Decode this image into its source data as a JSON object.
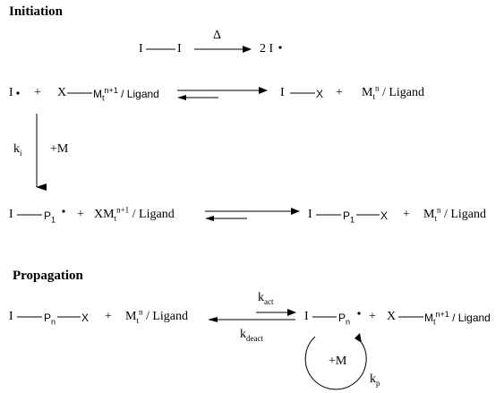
{
  "sections": {
    "initiation": "Initiation",
    "propagation": "Propagation"
  },
  "row1": {
    "i_left": "I",
    "i_right": "I",
    "delta": "Δ",
    "product": "2 I"
  },
  "row2": {
    "radical": "I",
    "plus1": "+",
    "x": "X",
    "mt": "M",
    "mt_sub": "t",
    "mt_sup": "n+1",
    "ligand": " / Ligand",
    "ix_i": "I",
    "ix_x": "X",
    "plus2": "+",
    "mt2": "M",
    "mt2_sub": "t",
    "mt2_sup": "n",
    "ligand2": " / Ligand"
  },
  "initiation_step": {
    "k": "k",
    "k_sub": "i",
    "plus_m": "+M"
  },
  "row3": {
    "i": "I",
    "p": "P",
    "p_sub": "1",
    "plus1": "+",
    "xmt": "XM",
    "xmt_sub": "t",
    "xmt_sup": "n+1",
    "ligand": " / Ligand",
    "i2": "I",
    "p2": "P",
    "p2_sub": "1",
    "x2": "X",
    "plus2": "+",
    "mt": "M",
    "mt_sub": "t",
    "mt_sup": "n",
    "ligand2": " / Ligand"
  },
  "row4": {
    "i": "I",
    "p": "P",
    "p_sub": "n",
    "x": "X",
    "plus1": "+",
    "mt": "M",
    "mt_sub": "t",
    "mt_sup": "n",
    "ligand": " / Ligand",
    "k_act": "k",
    "k_act_sub": "act",
    "k_deact": "k",
    "k_deact_sub": "deact",
    "i2": "I",
    "p2": "P",
    "p2_sub": "n",
    "plus2": "+",
    "x2": "X",
    "mt2": "M",
    "mt2_sub": "t",
    "mt2_sup": "n+1",
    "ligand2": " / Ligand",
    "plus_m": "+M",
    "k_p": "k",
    "k_p_sub": "p"
  },
  "colors": {
    "ink": "#000000",
    "background": "#ffffff"
  }
}
